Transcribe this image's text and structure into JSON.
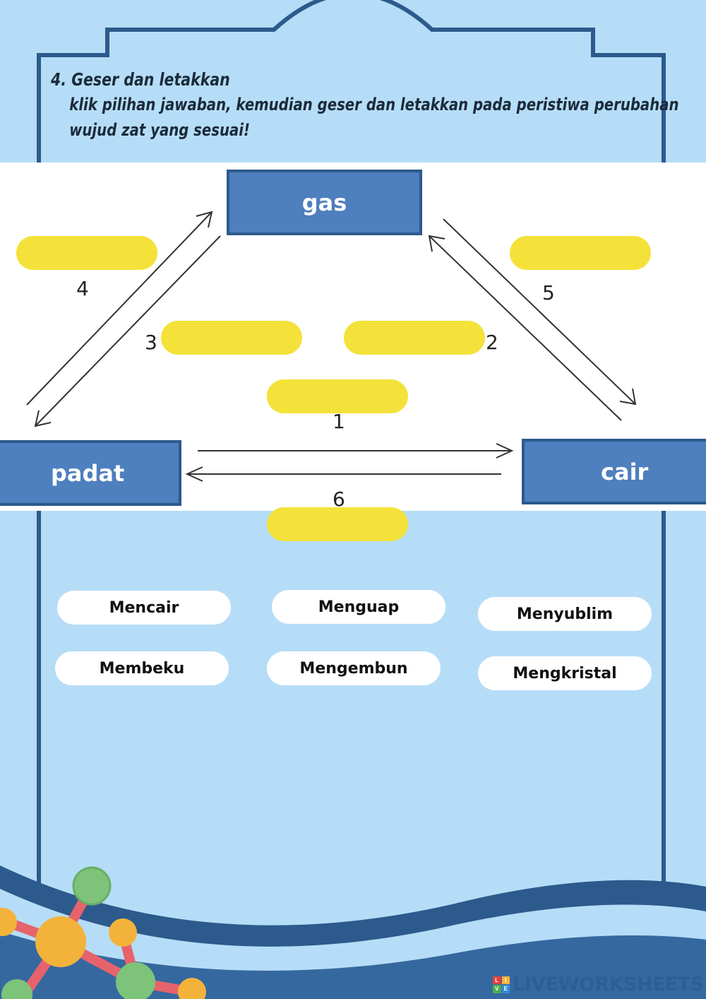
{
  "instruction": {
    "title": "4. Geser dan letakkan",
    "line1": "klik pilihan jawaban, kemudian geser dan letakkan pada peristiwa perubahan",
    "line2": "wujud zat yang sesuai!"
  },
  "states": {
    "gas": "gas",
    "padat": "padat",
    "cair": "cair"
  },
  "slot_numbers": {
    "n1": "1",
    "n2": "2",
    "n3": "3",
    "n4": "4",
    "n5": "5",
    "n6": "6"
  },
  "choices": [
    "Mencair",
    "Menguap",
    "Menyublim",
    "Membeku",
    "Mengembun",
    "Mengkristal"
  ],
  "brand": {
    "text": "LIVEWORKSHEETS",
    "logo_letters": [
      "L",
      "I",
      "V",
      "E"
    ]
  },
  "colors": {
    "background": "#b6ddf7",
    "frame": "#2c5a8c",
    "state_box": "#4e7fbe",
    "slot": "#f4e23a",
    "choice": "#ffffff"
  }
}
